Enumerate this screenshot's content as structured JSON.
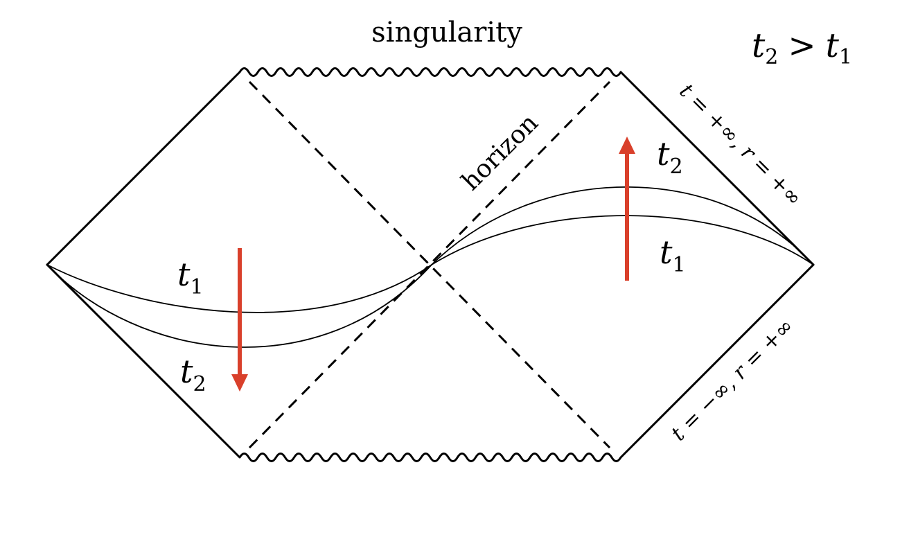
{
  "diagram": {
    "title": "singularity",
    "horizon_label": "horizon",
    "relation": {
      "t": "t",
      "sub2": "2",
      "op": ">",
      "sub1": "1"
    },
    "boundary_upper": "t = +∞, r = +∞",
    "boundary_lower": "t = −∞, r = +∞",
    "left_labels": {
      "upper": {
        "t": "t",
        "sub": "1"
      },
      "lower": {
        "t": "t",
        "sub": "2"
      }
    },
    "right_labels": {
      "upper": {
        "t": "t",
        "sub": "2"
      },
      "lower": {
        "t": "t",
        "sub": "1"
      }
    },
    "colors": {
      "line": "#000000",
      "arrow": "#d9402b",
      "background": "#ffffff"
    },
    "arrows": {
      "left": "down",
      "right": "up"
    }
  }
}
